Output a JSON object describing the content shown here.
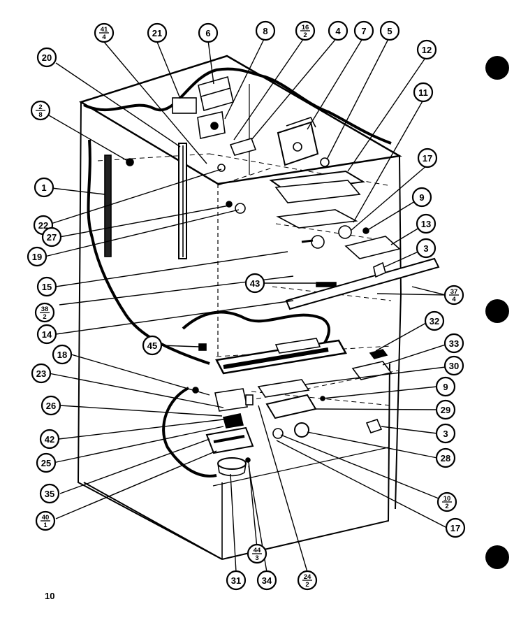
{
  "page": {
    "number": "10"
  },
  "callouts": [
    {
      "id": "c41-4",
      "top": "41",
      "bottom": "4"
    },
    {
      "id": "c21",
      "top": "21"
    },
    {
      "id": "c6",
      "top": "6"
    },
    {
      "id": "c8",
      "top": "8"
    },
    {
      "id": "c16-2",
      "top": "16",
      "bottom": "2"
    },
    {
      "id": "c4",
      "top": "4"
    },
    {
      "id": "c7",
      "top": "7"
    },
    {
      "id": "c5",
      "top": "5"
    },
    {
      "id": "c20",
      "top": "20"
    },
    {
      "id": "c12",
      "top": "12"
    },
    {
      "id": "c2-8",
      "top": "2",
      "bottom": "8"
    },
    {
      "id": "c11",
      "top": "11"
    },
    {
      "id": "c17a",
      "top": "17"
    },
    {
      "id": "c1",
      "top": "1"
    },
    {
      "id": "c9a",
      "top": "9"
    },
    {
      "id": "c13",
      "top": "13"
    },
    {
      "id": "c22",
      "top": "22"
    },
    {
      "id": "c27",
      "top": "27"
    },
    {
      "id": "c19",
      "top": "19"
    },
    {
      "id": "c3a",
      "top": "3"
    },
    {
      "id": "c15",
      "top": "15"
    },
    {
      "id": "c43",
      "top": "43"
    },
    {
      "id": "c37-4",
      "top": "37",
      "bottom": "4"
    },
    {
      "id": "c38-2",
      "top": "38",
      "bottom": "2"
    },
    {
      "id": "c14",
      "top": "14"
    },
    {
      "id": "c32",
      "top": "32"
    },
    {
      "id": "c45",
      "top": "45"
    },
    {
      "id": "c33",
      "top": "33"
    },
    {
      "id": "c18",
      "top": "18"
    },
    {
      "id": "c23",
      "top": "23"
    },
    {
      "id": "c30",
      "top": "30"
    },
    {
      "id": "c9b",
      "top": "9"
    },
    {
      "id": "c26",
      "top": "26"
    },
    {
      "id": "c29",
      "top": "29"
    },
    {
      "id": "c3b",
      "top": "3"
    },
    {
      "id": "c42",
      "top": "42"
    },
    {
      "id": "c28",
      "top": "28"
    },
    {
      "id": "c25",
      "top": "25"
    },
    {
      "id": "c10-2",
      "top": "10",
      "bottom": "2"
    },
    {
      "id": "c35",
      "top": "35"
    },
    {
      "id": "c17b",
      "top": "17"
    },
    {
      "id": "c40-1",
      "top": "40",
      "bottom": "1"
    },
    {
      "id": "c44-3",
      "top": "44",
      "bottom": "3"
    },
    {
      "id": "c31",
      "top": "31"
    },
    {
      "id": "c34",
      "top": "34"
    },
    {
      "id": "c24-2",
      "top": "24",
      "bottom": "2"
    }
  ]
}
